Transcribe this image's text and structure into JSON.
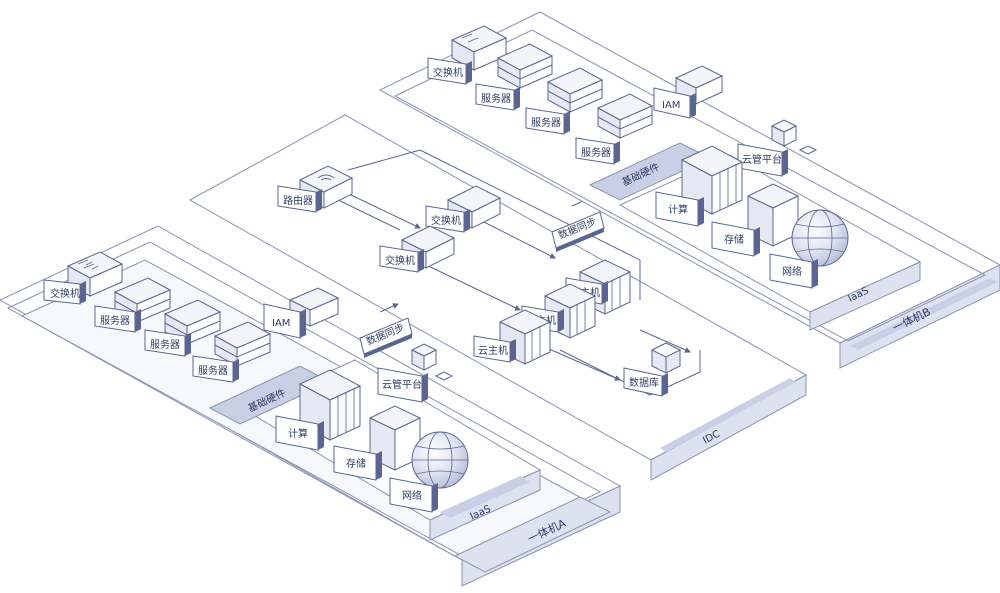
{
  "labels": {
    "switch": "交换机",
    "server": "服务器",
    "iam": "IAM",
    "infra_hw": "基础硬件",
    "cloud_mgmt": "云管平台",
    "compute": "计算",
    "storage": "存储",
    "network": "网络",
    "iaas": "IaaS",
    "appliance_a": "一体机A",
    "appliance_b": "一体机B",
    "idc": "IDC",
    "router": "路由器",
    "cloud_host": "云主机",
    "database": "数据库",
    "data_sync": "数据同步"
  },
  "colors": {
    "line": "#5a6691",
    "fill": "#ffffff",
    "panel": "#f7f8fc",
    "band": "#dde2f0",
    "accent": "#c9d0e6"
  }
}
